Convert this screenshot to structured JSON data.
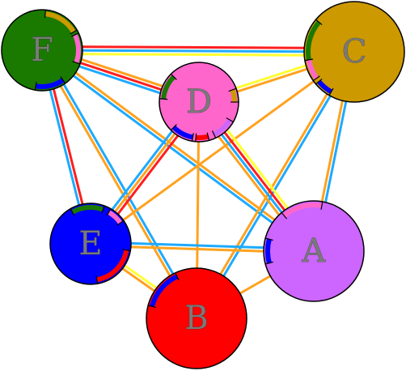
{
  "colors": {
    "A": "#cc66ff",
    "B": "#ff0000",
    "C": "#cc9900",
    "D": "#ff66cc",
    "E": "#0000ff",
    "F": "#1a7a00",
    "edge_orange": "#ffa21f",
    "edge_blue": "#1eaaff",
    "edge_red": "#ff1e1e",
    "edge_yellow": "#ffff33"
  },
  "nodes": [
    {
      "id": "A",
      "label": "A"
    },
    {
      "id": "B",
      "label": "B"
    },
    {
      "id": "C",
      "label": "C"
    },
    {
      "id": "D",
      "label": "D"
    },
    {
      "id": "E",
      "label": "E"
    },
    {
      "id": "F",
      "label": "F"
    }
  ],
  "edges": [
    {
      "from": "F",
      "to": "C",
      "colors": [
        "edge_red",
        "edge_blue",
        "edge_yellow"
      ]
    },
    {
      "from": "F",
      "to": "D",
      "colors": [
        "edge_orange",
        "edge_red",
        "edge_blue"
      ]
    },
    {
      "from": "F",
      "to": "E",
      "colors": [
        "edge_red",
        "edge_blue"
      ]
    },
    {
      "from": "F",
      "to": "B",
      "colors": [
        "edge_blue",
        "edge_orange"
      ]
    },
    {
      "from": "F",
      "to": "A",
      "colors": [
        "edge_orange",
        "edge_blue"
      ]
    },
    {
      "from": "C",
      "to": "D",
      "colors": [
        "edge_orange",
        "edge_yellow"
      ]
    },
    {
      "from": "C",
      "to": "E",
      "colors": [
        "edge_orange"
      ]
    },
    {
      "from": "C",
      "to": "B",
      "colors": [
        "edge_blue",
        "edge_orange"
      ]
    },
    {
      "from": "C",
      "to": "A",
      "colors": [
        "edge_blue",
        "edge_orange"
      ]
    },
    {
      "from": "D",
      "to": "E",
      "colors": [
        "edge_red",
        "edge_orange",
        "edge_blue"
      ]
    },
    {
      "from": "D",
      "to": "B",
      "colors": [
        "edge_orange"
      ]
    },
    {
      "from": "D",
      "to": "A",
      "colors": [
        "edge_yellow",
        "edge_red",
        "edge_blue",
        "edge_orange"
      ]
    },
    {
      "from": "E",
      "to": "A",
      "colors": [
        "edge_blue",
        "edge_orange"
      ]
    },
    {
      "from": "E",
      "to": "B",
      "colors": [
        "edge_yellow",
        "edge_orange"
      ]
    },
    {
      "from": "B",
      "to": "A",
      "colors": [
        "edge_orange"
      ]
    }
  ],
  "arcs": [
    {
      "node": "F",
      "color": "C",
      "start": -85,
      "end": -30
    },
    {
      "node": "F",
      "color": "D",
      "start": -25,
      "end": 20
    },
    {
      "node": "F",
      "color": "E",
      "start": 55,
      "end": 100
    },
    {
      "node": "C",
      "color": "F",
      "start": 170,
      "end": 220
    },
    {
      "node": "C",
      "color": "D",
      "start": 145,
      "end": 170
    },
    {
      "node": "C",
      "color": "E",
      "start": 120,
      "end": 140
    },
    {
      "node": "D",
      "color": "F",
      "start": 185,
      "end": 225
    },
    {
      "node": "D",
      "color": "C",
      "start": -20,
      "end": 0
    },
    {
      "node": "D",
      "color": "A",
      "start": 30,
      "end": 65
    },
    {
      "node": "D",
      "color": "B",
      "start": 75,
      "end": 95
    },
    {
      "node": "D",
      "color": "E",
      "start": 100,
      "end": 135
    },
    {
      "node": "E",
      "color": "F",
      "start": -120,
      "end": -70
    },
    {
      "node": "E",
      "color": "D",
      "start": -60,
      "end": -35
    },
    {
      "node": "E",
      "color": "B",
      "start": 10,
      "end": 80
    },
    {
      "node": "A",
      "color": "D",
      "start": -130,
      "end": -80
    },
    {
      "node": "A",
      "color": "E",
      "start": 165,
      "end": 195
    },
    {
      "node": "B",
      "color": "E",
      "start": 195,
      "end": 245
    }
  ]
}
